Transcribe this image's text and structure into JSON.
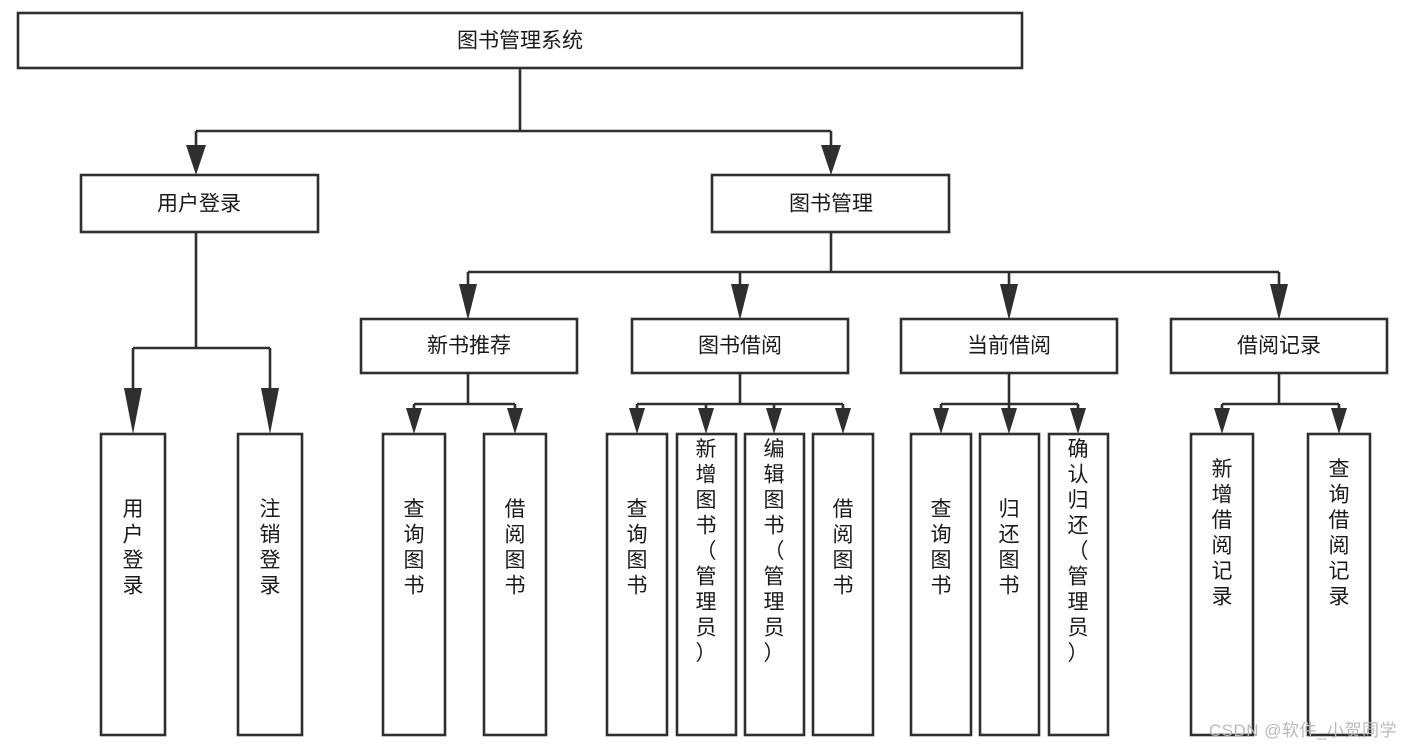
{
  "diagram": {
    "title": "图书管理系统",
    "type": "tree",
    "watermark": "CSDN @软件_小贺同学",
    "colors": {
      "border": "#2f2f2f",
      "fill": "#ffffff",
      "text": "#1a1a1a",
      "background": "#ffffff",
      "watermark": "#b9b9b9"
    },
    "root": {
      "id": "root",
      "label": "图书管理系统"
    },
    "level1": [
      {
        "id": "user-login",
        "label": "用户登录"
      },
      {
        "id": "book-management",
        "label": "图书管理"
      }
    ],
    "level2": [
      {
        "id": "new-book-recommend",
        "label": "新书推荐",
        "parent": "book-management"
      },
      {
        "id": "book-borrow",
        "label": "图书借阅",
        "parent": "book-management"
      },
      {
        "id": "current-borrow",
        "label": "当前借阅",
        "parent": "book-management"
      },
      {
        "id": "borrow-record",
        "label": "借阅记录",
        "parent": "book-management"
      }
    ],
    "leaves": {
      "user-login": [
        {
          "id": "leaf-user-login",
          "label": "用户登录"
        },
        {
          "id": "leaf-logout-login",
          "label": "注销登录"
        }
      ],
      "new-book-recommend": [
        {
          "id": "leaf-query-book-1",
          "label": "查询图书"
        },
        {
          "id": "leaf-borrow-book-1",
          "label": "借阅图书"
        }
      ],
      "book-borrow": [
        {
          "id": "leaf-query-book-2",
          "label": "查询图书"
        },
        {
          "id": "leaf-add-book",
          "label": "新增图书（管理员）"
        },
        {
          "id": "leaf-edit-book",
          "label": "编辑图书（管理员）"
        },
        {
          "id": "leaf-borrow-book-2",
          "label": "借阅图书"
        }
      ],
      "current-borrow": [
        {
          "id": "leaf-query-book-3",
          "label": "查询图书"
        },
        {
          "id": "leaf-return-book",
          "label": "归还图书"
        },
        {
          "id": "leaf-confirm-return",
          "label": "确认归还（管理员）"
        }
      ],
      "borrow-record": [
        {
          "id": "leaf-add-record",
          "label": "新增借阅记录"
        },
        {
          "id": "leaf-query-record",
          "label": "查询借阅记录"
        }
      ]
    }
  }
}
